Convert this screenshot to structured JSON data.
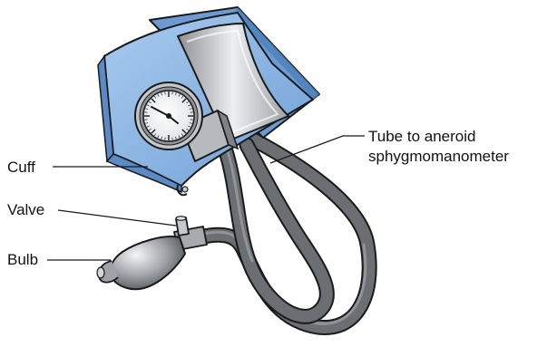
{
  "labels": {
    "cuff": "Cuff",
    "valve": "Valve",
    "bulb": "Bulb",
    "tube_line1": "Tube to aneroid",
    "tube_line2": "sphygmomanometer"
  },
  "colors": {
    "cuff_fill": "#8fb8e4",
    "cuff_edge": "#5e8cc3",
    "strap_fill": "#c9ccd0",
    "gauge_face": "#ffffff",
    "gauge_ring": "#b9bcc0",
    "tube": "#6b6e72",
    "bulb": "#9a9da1",
    "outline": "#1a1a1a"
  },
  "icons": {
    "gauge": "aneroid-gauge-icon",
    "bulb": "inflation-bulb-icon"
  }
}
